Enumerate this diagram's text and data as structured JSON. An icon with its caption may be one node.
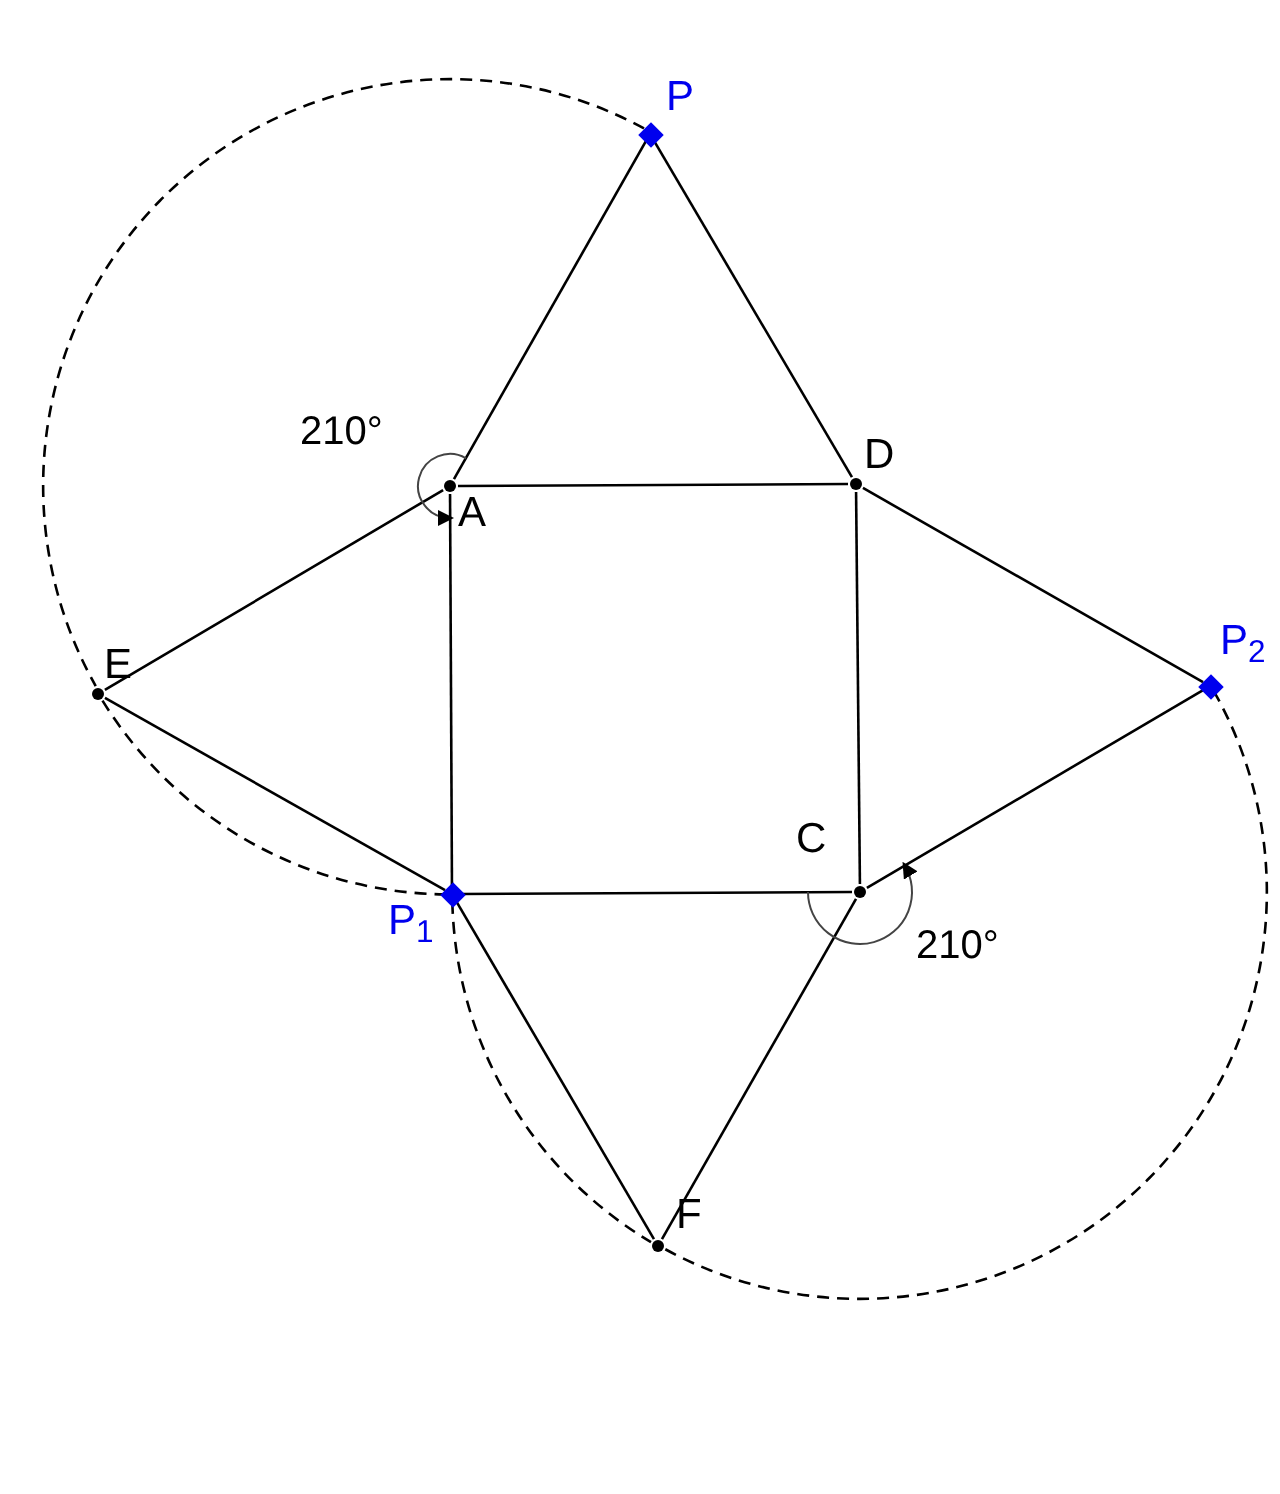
{
  "diagram": {
    "nodes": [
      {
        "text": [
          "P"
        ]
      },
      {
        "text": [
          "A"
        ]
      },
      {
        "text": [
          "D"
        ]
      },
      {
        "text": [
          "E"
        ]
      },
      {
        "text": [
          "P$_{2}$"
        ]
      },
      {
        "text": [
          "C"
        ]
      },
      {
        "text": [
          "P$_{1}$"
        ]
      },
      {
        "text": [
          "F"
        ]
      }
    ],
    "edges": [
      {
        "from": 0,
        "to": 1,
        "arrow": "none"
      },
      {
        "from": 0,
        "to": 2,
        "arrow": "none"
      },
      {
        "from": 1,
        "to": 2,
        "arrow": "none"
      },
      {
        "from": 2,
        "to": 4,
        "arrow": "none"
      },
      {
        "from": 4,
        "to": 5,
        "arrow": "none"
      },
      {
        "from": 5,
        "to": 6,
        "arrow": "none"
      },
      {
        "from": 6,
        "to": 1,
        "arrow": "none"
      },
      {
        "from": 1,
        "to": 3,
        "arrow": "none"
      },
      {
        "from": 3,
        "to": 6,
        "arrow": "none"
      },
      {
        "from": 2,
        "to": 5,
        "arrow": "none"
      },
      {
        "from": 6,
        "to": 7,
        "arrow": "none"
      },
      {
        "from": 7,
        "to": 5,
        "arrow": "none"
      },
      {
        "from": 0,
        "to": 3,
        "arrow": "none",
        "style": "dashed"
      },
      {
        "from": 3,
        "to": 6,
        "arrow": "none",
        "style": "dashed"
      },
      {
        "from": 6,
        "to": 7,
        "arrow": "none",
        "style": "dashed"
      },
      {
        "from": 7,
        "to": 4,
        "arrow": "none",
        "style": "dashed"
      },
      {
        "from": 1,
        "to": 1,
        "arrow": "to",
        "label": "210°"
      },
      {
        "from": 5,
        "to": 5,
        "arrow": "to",
        "label": "210°"
      }
    ]
  }
}
